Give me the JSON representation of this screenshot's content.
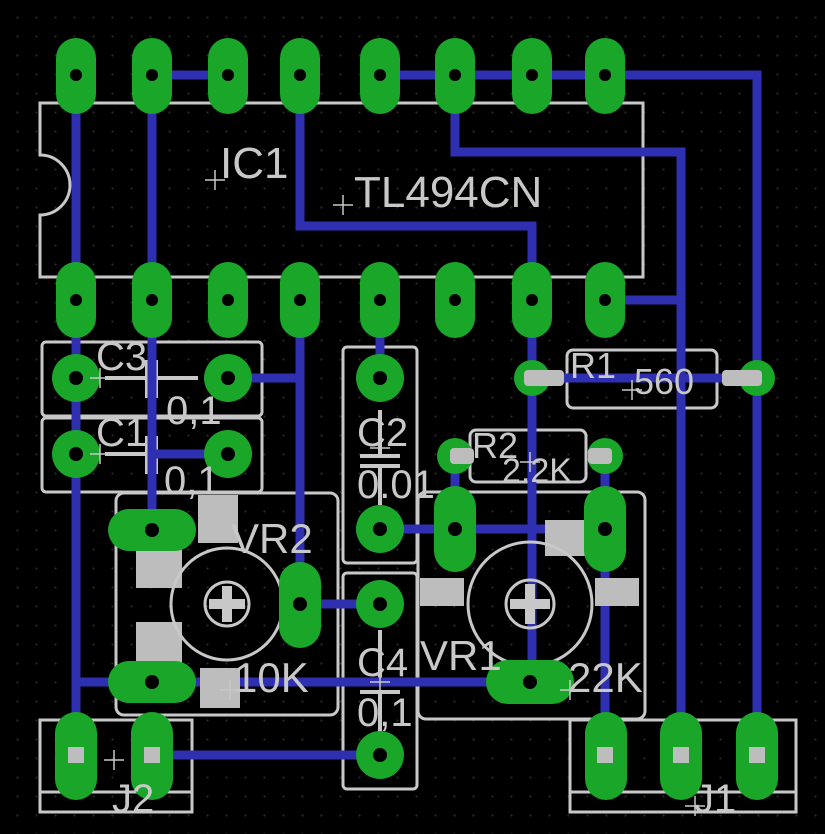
{
  "board": {
    "title": "",
    "colors": {
      "background": "#000000",
      "copper_bottom": "#2f2fb2",
      "pad": "#19a629",
      "drill": "#000000",
      "silkscreen": "#c8c8c8",
      "smd_pad": "#bdbdbd"
    }
  },
  "parts": {
    "ic1": {
      "name": "IC1",
      "value": "TL494CN"
    },
    "c3": {
      "name": "C3",
      "value": "0,1"
    },
    "c1": {
      "name": "C1",
      "value": "0,1"
    },
    "c2": {
      "name": "C2",
      "value": "0.01"
    },
    "c4": {
      "name": "C4",
      "value": "0,1"
    },
    "r1": {
      "name": "R1",
      "value": "560"
    },
    "r2": {
      "name": "R2",
      "value": "2.2K"
    },
    "vr1": {
      "name": "VR1",
      "value": "22K"
    },
    "vr2": {
      "name": "VR2",
      "value": "10K"
    },
    "j1": {
      "name": "J1"
    },
    "j2": {
      "name": "J2"
    }
  }
}
